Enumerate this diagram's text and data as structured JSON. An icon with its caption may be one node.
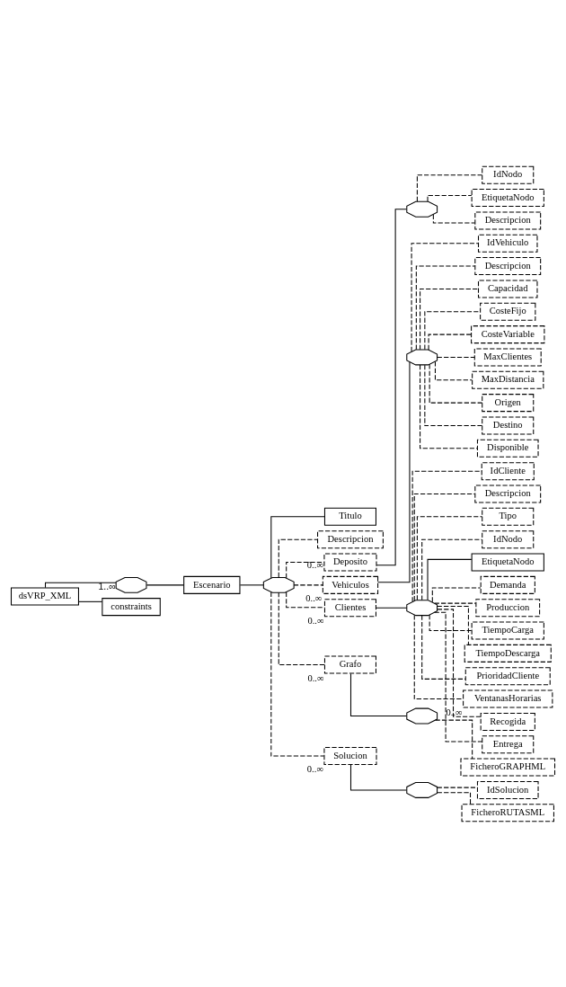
{
  "diagram": {
    "nodes": [
      {
        "text": [
          "dsVRP_XML"
        ]
      },
      {
        "text": [],
        "shape": "octagon",
        "beside": [
          "1..∞"
        ]
      },
      {
        "text": [
          "Escenario"
        ]
      },
      {
        "text": [],
        "shape": "octagon"
      },
      {
        "text": [
          "Titulo"
        ]
      },
      {
        "text": [
          "Descripcion"
        ]
      },
      {
        "text": [
          "Deposito"
        ],
        "beside": [
          "0..∞"
        ]
      },
      {
        "text": [],
        "shape": "octagon"
      },
      {
        "text": [
          "IdNodo"
        ]
      },
      {
        "text": [
          "EtiquetaNodo"
        ]
      },
      {
        "text": [
          "Descripcion"
        ]
      },
      {
        "text": [
          "Vehiculos"
        ],
        "beside": [
          "0..∞"
        ]
      },
      {
        "text": [],
        "shape": "octagon"
      },
      {
        "text": [
          "IdVehiculo"
        ]
      },
      {
        "text": [
          "Descripcion"
        ]
      },
      {
        "text": [
          "Capacidad"
        ]
      },
      {
        "text": [
          "CosteFijo"
        ]
      },
      {
        "text": [
          "CosteVariable"
        ]
      },
      {
        "text": [
          "MaxClientes"
        ]
      },
      {
        "text": [
          "MaxDistancia"
        ]
      },
      {
        "text": [
          "Origen"
        ]
      },
      {
        "text": [
          "Destino"
        ]
      },
      {
        "text": [
          "Disponible"
        ]
      },
      {
        "text": [
          "Clientes"
        ],
        "beside": [
          "0..∞"
        ]
      },
      {
        "text": [],
        "shape": "octagon"
      },
      {
        "text": [
          "IdCliente"
        ]
      },
      {
        "text": [
          "Descripcion"
        ]
      },
      {
        "text": [
          "Tipo"
        ]
      },
      {
        "text": [
          "IdNodo"
        ]
      },
      {
        "text": [
          "EtiquetaNodo"
        ]
      },
      {
        "text": [
          "Demanda"
        ]
      },
      {
        "text": [
          "Produccion"
        ]
      },
      {
        "text": [
          "TiempoCarga"
        ]
      },
      {
        "text": [
          "TiempoDescarga"
        ]
      },
      {
        "text": [
          "PrioridadCliente"
        ]
      },
      {
        "text": [
          "VentanasHorarias"
        ],
        "beside": [
          "0..∞"
        ]
      },
      {
        "text": [
          "Recogida"
        ]
      },
      {
        "text": [
          "Entrega"
        ]
      },
      {
        "text": [
          "Grafo"
        ],
        "beside": [
          "0..∞"
        ]
      },
      {
        "text": [],
        "shape": "octagon"
      },
      {
        "text": [
          "FicheroGRAPHML"
        ]
      },
      {
        "text": [
          "Solucion"
        ],
        "beside": [
          "0..∞"
        ]
      },
      {
        "text": [],
        "shape": "octagon"
      },
      {
        "text": [
          "IdSolucion"
        ]
      },
      {
        "text": [
          "FicheroRUTASML"
        ]
      },
      {
        "text": [
          "constraints"
        ]
      }
    ],
    "edges": [
      {
        "from": 0,
        "to": 1,
        "arrow": "none"
      },
      {
        "from": 1,
        "to": 2,
        "arrow": "none"
      },
      {
        "from": 2,
        "to": 3,
        "arrow": "none"
      },
      {
        "from": 3,
        "to": 4,
        "arrow": "none"
      },
      {
        "from": 3,
        "to": 5,
        "arrow": "none",
        "style": "dashed"
      },
      {
        "from": 3,
        "to": 6,
        "arrow": "none",
        "style": "dashed"
      },
      {
        "from": 6,
        "to": 7,
        "arrow": "none"
      },
      {
        "from": 7,
        "to": 8,
        "arrow": "none",
        "style": "dashed"
      },
      {
        "from": 7,
        "to": 9,
        "arrow": "none",
        "style": "dashed"
      },
      {
        "from": 7,
        "to": 10,
        "arrow": "none",
        "style": "dashed"
      },
      {
        "from": 3,
        "to": 11,
        "arrow": "none",
        "style": "dashed"
      },
      {
        "from": 11,
        "to": 12,
        "arrow": "none"
      },
      {
        "from": 12,
        "to": 13,
        "arrow": "none",
        "style": "dashed"
      },
      {
        "from": 12,
        "to": 14,
        "arrow": "none",
        "style": "dashed"
      },
      {
        "from": 12,
        "to": 15,
        "arrow": "none",
        "style": "dashed"
      },
      {
        "from": 12,
        "to": 16,
        "arrow": "none",
        "style": "dashed"
      },
      {
        "from": 12,
        "to": 17,
        "arrow": "none",
        "style": "dashed"
      },
      {
        "from": 12,
        "to": 18,
        "arrow": "none",
        "style": "dashed"
      },
      {
        "from": 12,
        "to": 19,
        "arrow": "none",
        "style": "dashed"
      },
      {
        "from": 12,
        "to": 20,
        "arrow": "none",
        "style": "dashed"
      },
      {
        "from": 12,
        "to": 21,
        "arrow": "none",
        "style": "dashed"
      },
      {
        "from": 12,
        "to": 22,
        "arrow": "none",
        "style": "dashed"
      },
      {
        "from": 3,
        "to": 23,
        "arrow": "none",
        "style": "dashed"
      },
      {
        "from": 23,
        "to": 24,
        "arrow": "none"
      },
      {
        "from": 24,
        "to": 25,
        "arrow": "none",
        "style": "dashed"
      },
      {
        "from": 24,
        "to": 26,
        "arrow": "none",
        "style": "dashed"
      },
      {
        "from": 24,
        "to": 27,
        "arrow": "none",
        "style": "dashed"
      },
      {
        "from": 24,
        "to": 28,
        "arrow": "none",
        "style": "dashed"
      },
      {
        "from": 24,
        "to": 29,
        "arrow": "none"
      },
      {
        "from": 24,
        "to": 30,
        "arrow": "none",
        "style": "dashed"
      },
      {
        "from": 24,
        "to": 31,
        "arrow": "none",
        "style": "dashed"
      },
      {
        "from": 24,
        "to": 32,
        "arrow": "none",
        "style": "dashed"
      },
      {
        "from": 24,
        "to": 33,
        "arrow": "none",
        "style": "dashed"
      },
      {
        "from": 24,
        "to": 34,
        "arrow": "none",
        "style": "dashed"
      },
      {
        "from": 24,
        "to": 35,
        "arrow": "none",
        "style": "dashed"
      },
      {
        "from": 24,
        "to": 36,
        "arrow": "none",
        "style": "dashed"
      },
      {
        "from": 24,
        "to": 37,
        "arrow": "none",
        "style": "dashed"
      },
      {
        "from": 3,
        "to": 38,
        "arrow": "none",
        "style": "dashed"
      },
      {
        "from": 38,
        "to": 39,
        "arrow": "none"
      },
      {
        "from": 39,
        "to": 40,
        "arrow": "none",
        "style": "dashed"
      },
      {
        "from": 3,
        "to": 41,
        "arrow": "none",
        "style": "dashed"
      },
      {
        "from": 41,
        "to": 42,
        "arrow": "none"
      },
      {
        "from": 42,
        "to": 43,
        "arrow": "none",
        "style": "dashed"
      },
      {
        "from": 42,
        "to": 44,
        "arrow": "none",
        "style": "dashed"
      },
      {
        "from": 0,
        "to": 45,
        "arrow": "none"
      }
    ]
  }
}
